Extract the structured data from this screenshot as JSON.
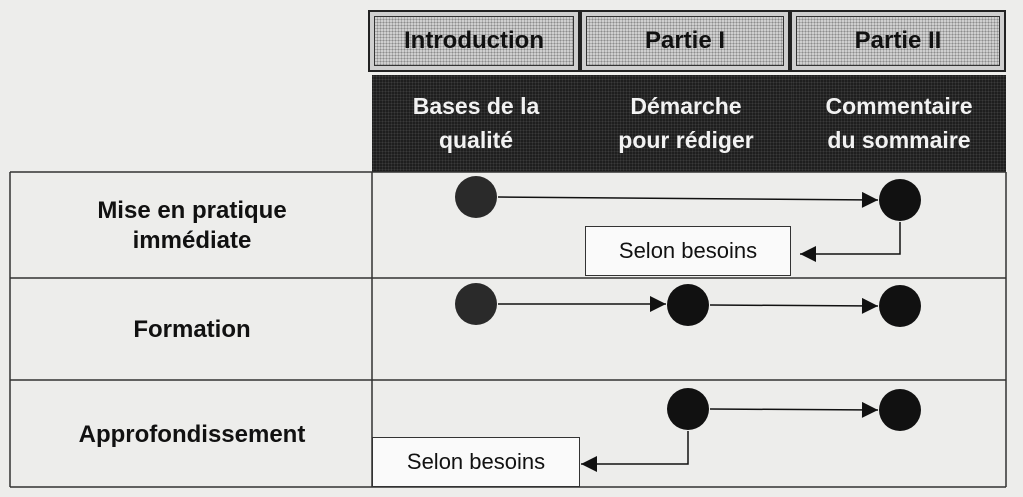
{
  "columns": [
    {
      "header": "Introduction",
      "sub_line1": "Bases de la",
      "sub_line2": "qualité"
    },
    {
      "header": "Partie I",
      "sub_line1": "Démarche",
      "sub_line2": "pour rédiger"
    },
    {
      "header": "Partie II",
      "sub_line1": "Commentaire",
      "sub_line2": "du sommaire"
    }
  ],
  "rows": [
    {
      "line1": "Mise en pratique",
      "line2": "immédiate"
    },
    {
      "line1": "Formation",
      "line2": ""
    },
    {
      "line1": "Approfondissement",
      "line2": ""
    }
  ],
  "notes": {
    "row1": "Selon besoins",
    "row3": "Selon besoins"
  }
}
